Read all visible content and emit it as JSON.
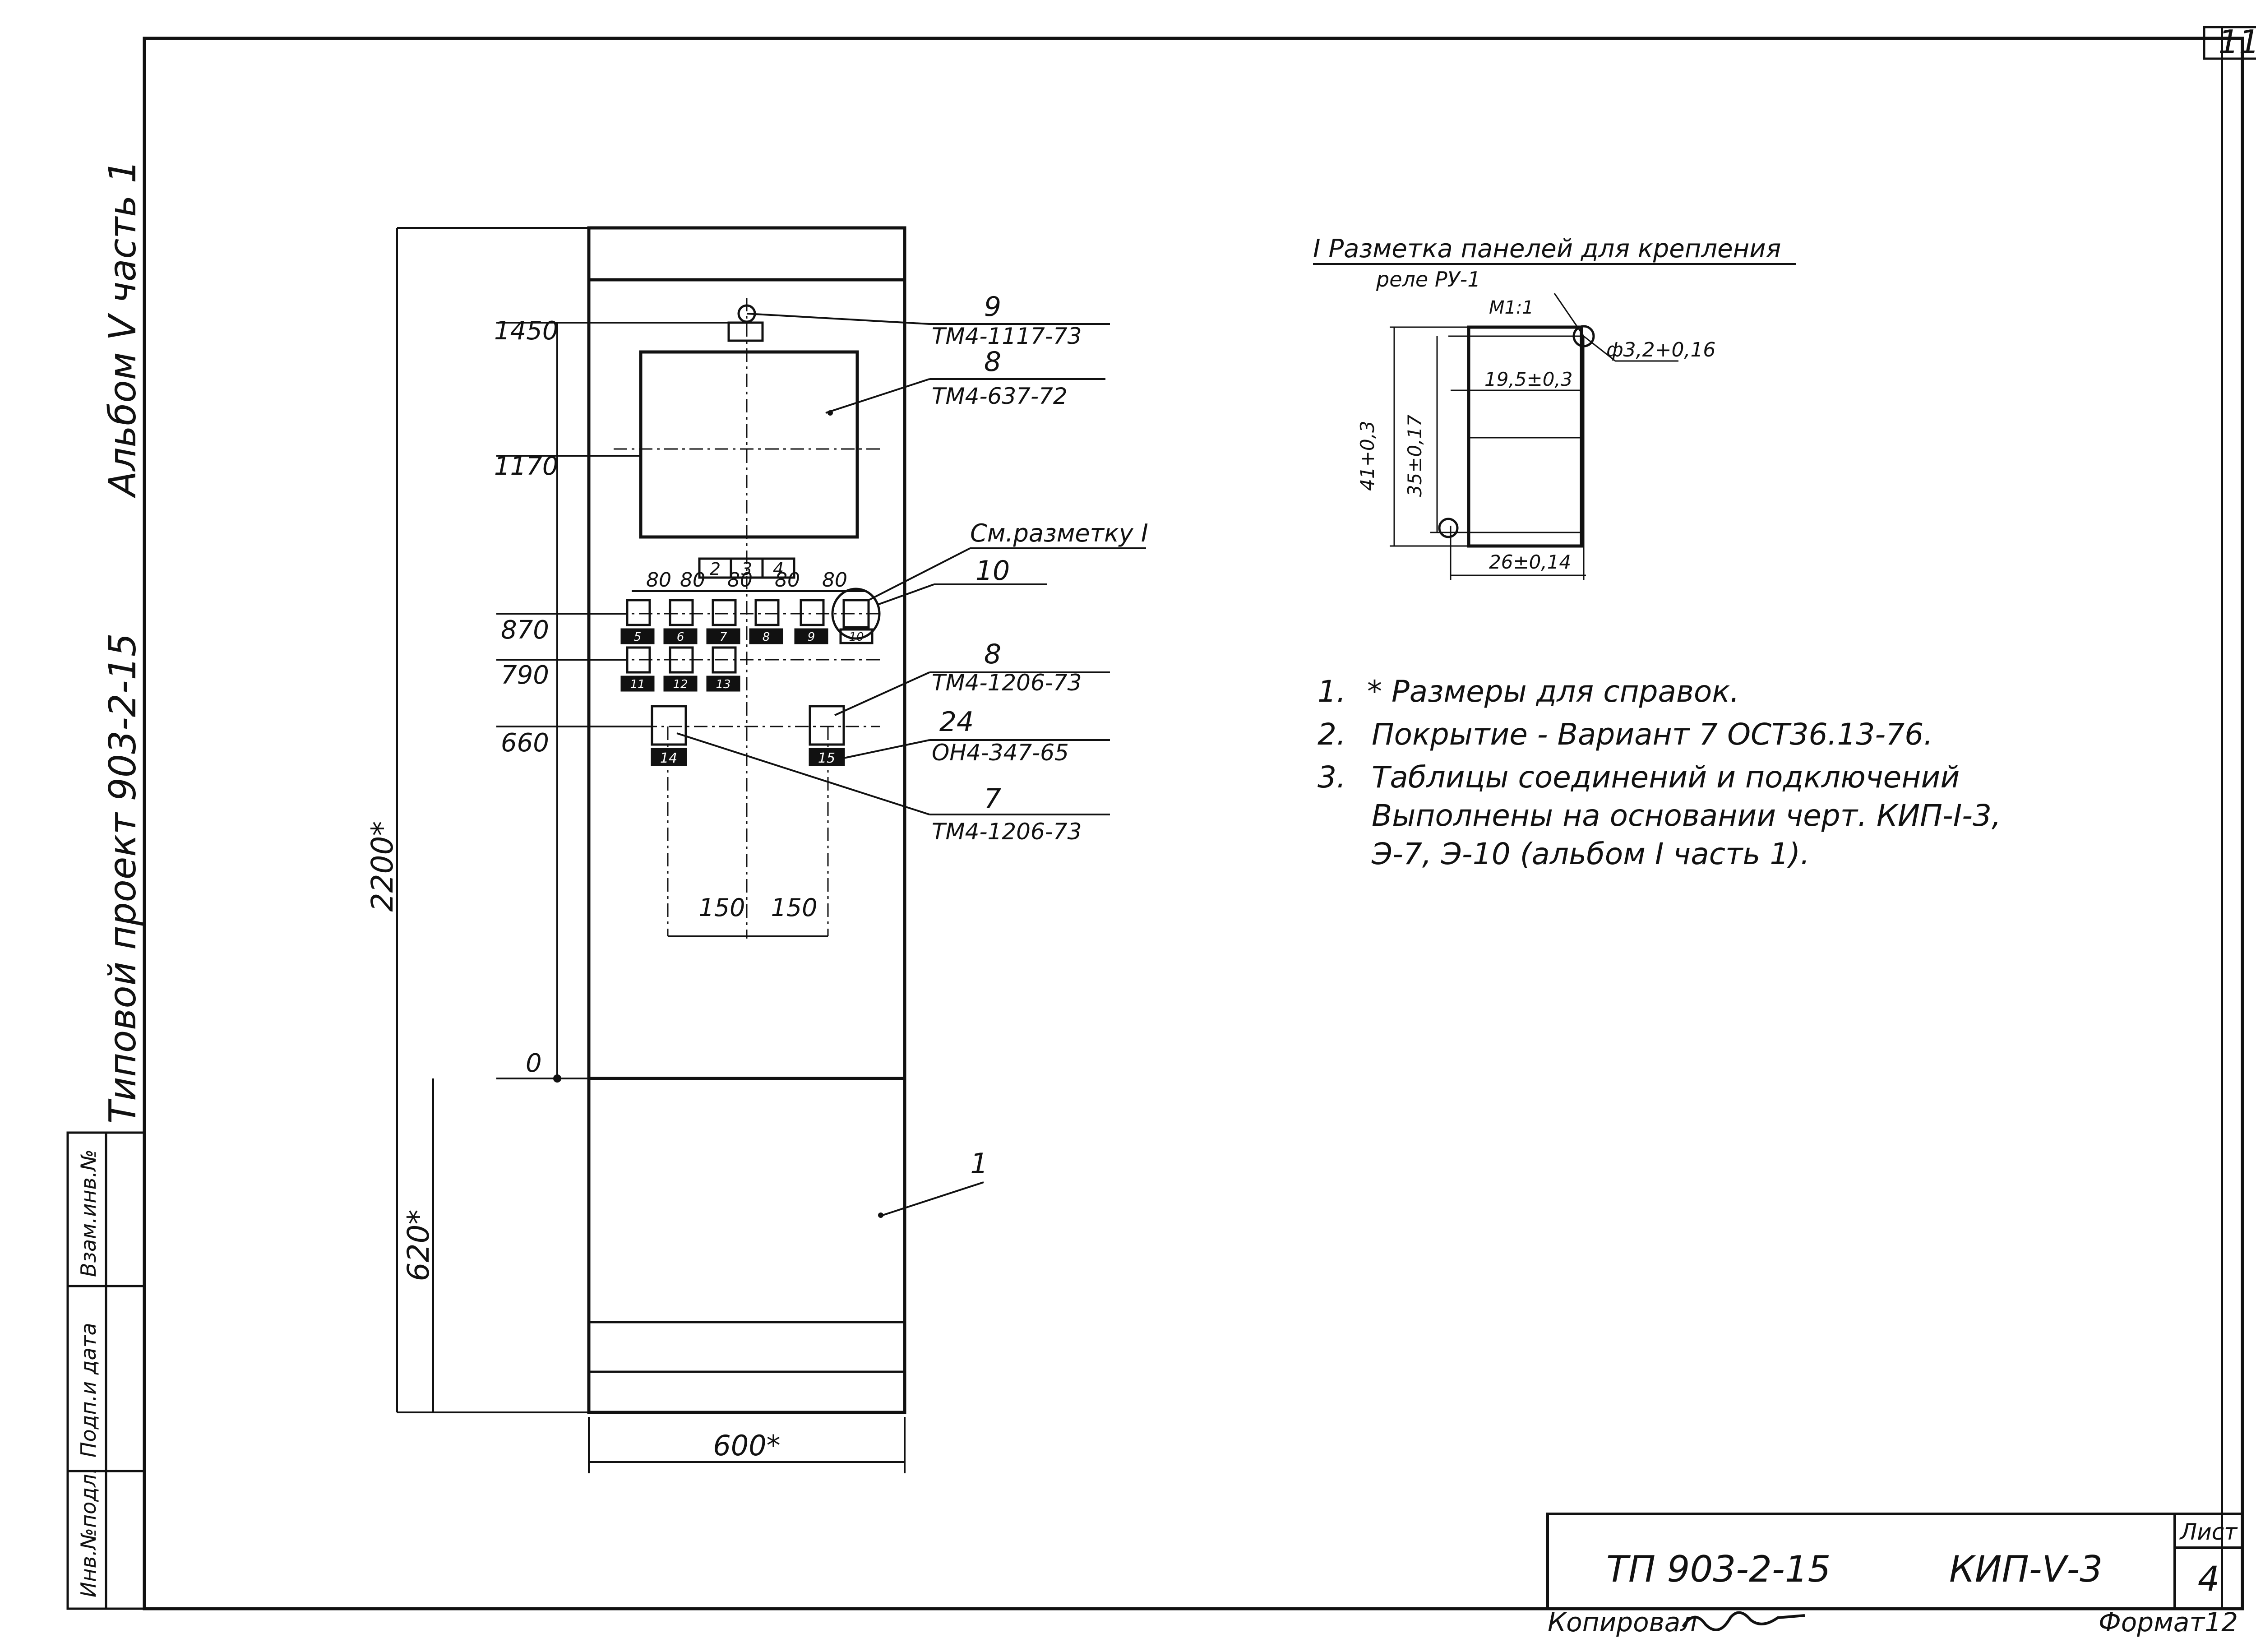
{
  "sheet": {
    "corner_number": "11",
    "side_album": "Альбом Ⅴ часть 1",
    "side_project": "Типовой проект 903-2-15",
    "side_stamps": [
      "Инв.№подл.",
      "Подп.и дата",
      "Взам.инв.№"
    ],
    "title_code": "ТП 903-2-15",
    "title_doc": "КИП-Ⅴ-3",
    "sheet_label": "Лист",
    "sheet_number": "4",
    "copied_by": "Копировал",
    "format": "Формат12"
  },
  "cabinet": {
    "levels": [
      "1450",
      "1170",
      "870",
      "790",
      "660",
      "0"
    ],
    "height_total": "2200*",
    "height_base": "620*",
    "width": "600*",
    "spacing_top": [
      "80",
      "80",
      "80",
      "80",
      "80"
    ],
    "spacing_bottom": [
      "150",
      "150"
    ],
    "header_numbers": [
      "2",
      "3",
      "4"
    ],
    "relay_row1_tags": [
      "5",
      "6",
      "7",
      "8",
      "9",
      "10"
    ],
    "relay_row2_tags": [
      "11",
      "12",
      "13"
    ],
    "lower_tags": [
      "14",
      "15"
    ],
    "callouts": [
      {
        "num": "9",
        "spec": "ТМ4-1117-73"
      },
      {
        "num": "8",
        "spec": "ТМ4-637-72"
      },
      {
        "num": "",
        "spec": "См.разметку I"
      },
      {
        "num": "10",
        "spec": ""
      },
      {
        "num": "8",
        "spec": "ТМ4-1206-73"
      },
      {
        "num": "24",
        "spec": "ОН4-347-65"
      },
      {
        "num": "7",
        "spec": "ТМ4-1206-73"
      },
      {
        "num": "1",
        "spec": ""
      }
    ]
  },
  "detail": {
    "title": "I Разметка панелей для крепления",
    "subtitle": "реле РУ-1",
    "scale": "М1:1",
    "dim_hole": "ф3,2+0,16",
    "dim_top": "19,5±0,3",
    "dim_height_outer": "41+0,3",
    "dim_height_inner": "35±0,17",
    "dim_width": "26±0,14"
  },
  "notes": [
    {
      "num": "1.",
      "text": "* Размеры для справок."
    },
    {
      "num": "2.",
      "text": "Покрытие - Вариант 7 ОСТ36.13-76."
    },
    {
      "num": "3.",
      "text": "Таблицы соединений и подключений"
    },
    {
      "num": "",
      "text": "Выполнены на основании черт. КИП-I-3,"
    },
    {
      "num": "",
      "text": "Э-7, Э-10 (альбом I часть 1)."
    }
  ]
}
